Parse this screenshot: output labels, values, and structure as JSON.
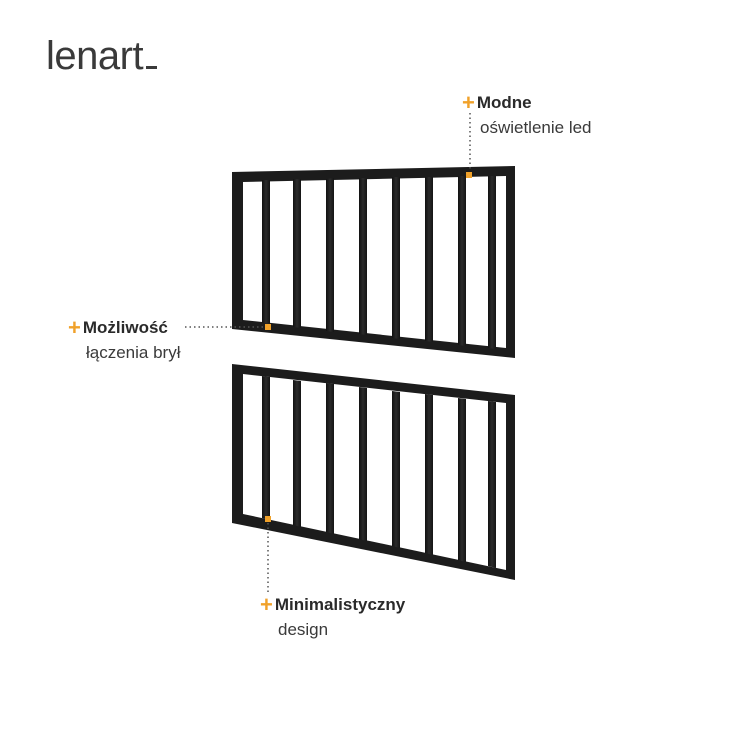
{
  "brand": {
    "logo_text": "lenart"
  },
  "callouts": {
    "top": {
      "title": "Modne",
      "subtitle": "oświetlenie led"
    },
    "left": {
      "title": "Możliwość",
      "subtitle": "łączenia brył"
    },
    "bottom": {
      "title": "Minimalistyczny",
      "subtitle": "design"
    }
  },
  "colors": {
    "accent": "#f0a12a",
    "frame": "#1c1c1c"
  }
}
